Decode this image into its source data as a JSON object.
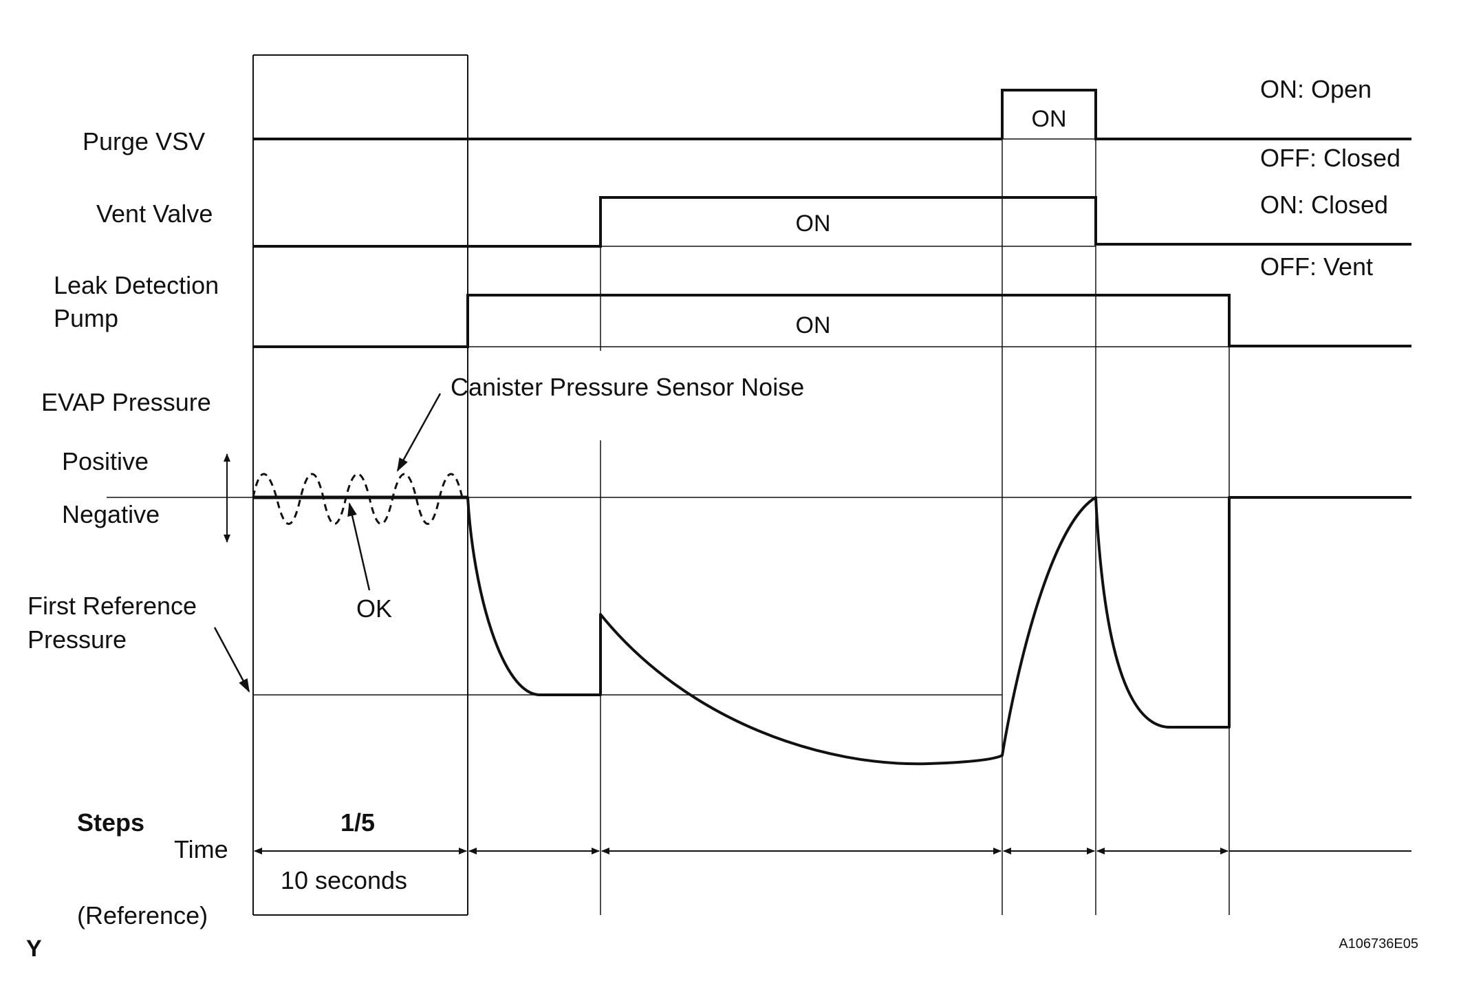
{
  "signals": {
    "purge_vsv": {
      "label": "Purge VSV",
      "on": "ON",
      "state_on": "ON: Open",
      "state_off": "OFF: Closed"
    },
    "vent_valve": {
      "label": "Vent Valve",
      "on": "ON",
      "state_on": "ON: Closed",
      "state_off": "OFF: Vent"
    },
    "leak_pump": {
      "label_line1": "Leak Detection",
      "label_line2": "Pump",
      "on": "ON"
    }
  },
  "evap": {
    "label": "EVAP Pressure",
    "positive": "Positive",
    "negative": "Negative",
    "first_ref_line1": "First Reference",
    "first_ref_line2": "Pressure",
    "noise_label": "Canister Pressure Sensor Noise",
    "ok_label": "OK"
  },
  "timeline": {
    "steps_label": "Steps",
    "step_value": "1/5",
    "time_label": "Time",
    "duration": "10 seconds",
    "reference": "(Reference)"
  },
  "corner_mark": "Y",
  "figure_code": "A106736E05"
}
